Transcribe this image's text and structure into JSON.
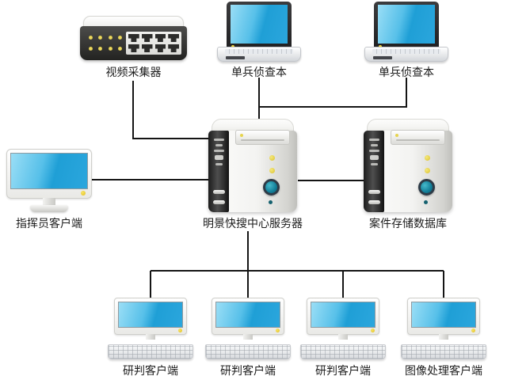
{
  "diagram_type": "network-topology",
  "nodes": {
    "video_capture": {
      "label": "视频采集器",
      "device": "network-switch"
    },
    "recon_laptop_1": {
      "label": "单兵侦查本",
      "device": "laptop"
    },
    "recon_laptop_2": {
      "label": "单兵侦查本",
      "device": "laptop"
    },
    "commander_client": {
      "label": "指挥员客户端",
      "device": "desktop-monitor"
    },
    "search_center_server": {
      "label": "明景快搜中心服务器",
      "device": "server-tower"
    },
    "case_storage_db": {
      "label": "案件存储数据库",
      "device": "server-tower"
    },
    "analysis_client_1": {
      "label": "研判客户端",
      "device": "workstation"
    },
    "analysis_client_2": {
      "label": "研判客户端",
      "device": "workstation"
    },
    "analysis_client_3": {
      "label": "研判客户端",
      "device": "workstation"
    },
    "image_processing_client": {
      "label": "图像处理客户端",
      "device": "workstation"
    }
  },
  "connections": [
    {
      "from": "video_capture",
      "to": "search_center_server"
    },
    {
      "from": "recon_laptop_1",
      "to": "search_center_server"
    },
    {
      "from": "recon_laptop_2",
      "to": "recon_laptop_1"
    },
    {
      "from": "commander_client",
      "to": "search_center_server"
    },
    {
      "from": "search_center_server",
      "to": "case_storage_db"
    },
    {
      "from": "search_center_server",
      "to": "analysis_client_1"
    },
    {
      "from": "search_center_server",
      "to": "analysis_client_2"
    },
    {
      "from": "search_center_server",
      "to": "analysis_client_3"
    },
    {
      "from": "search_center_server",
      "to": "image_processing_client"
    }
  ],
  "colors": {
    "background": "#ffffff",
    "line": "#141414",
    "screen_light": "#9adef6",
    "screen_dark": "#1f9fd6",
    "accent_yellow": "#e8d44d",
    "power_button_teal": "#127e98"
  }
}
